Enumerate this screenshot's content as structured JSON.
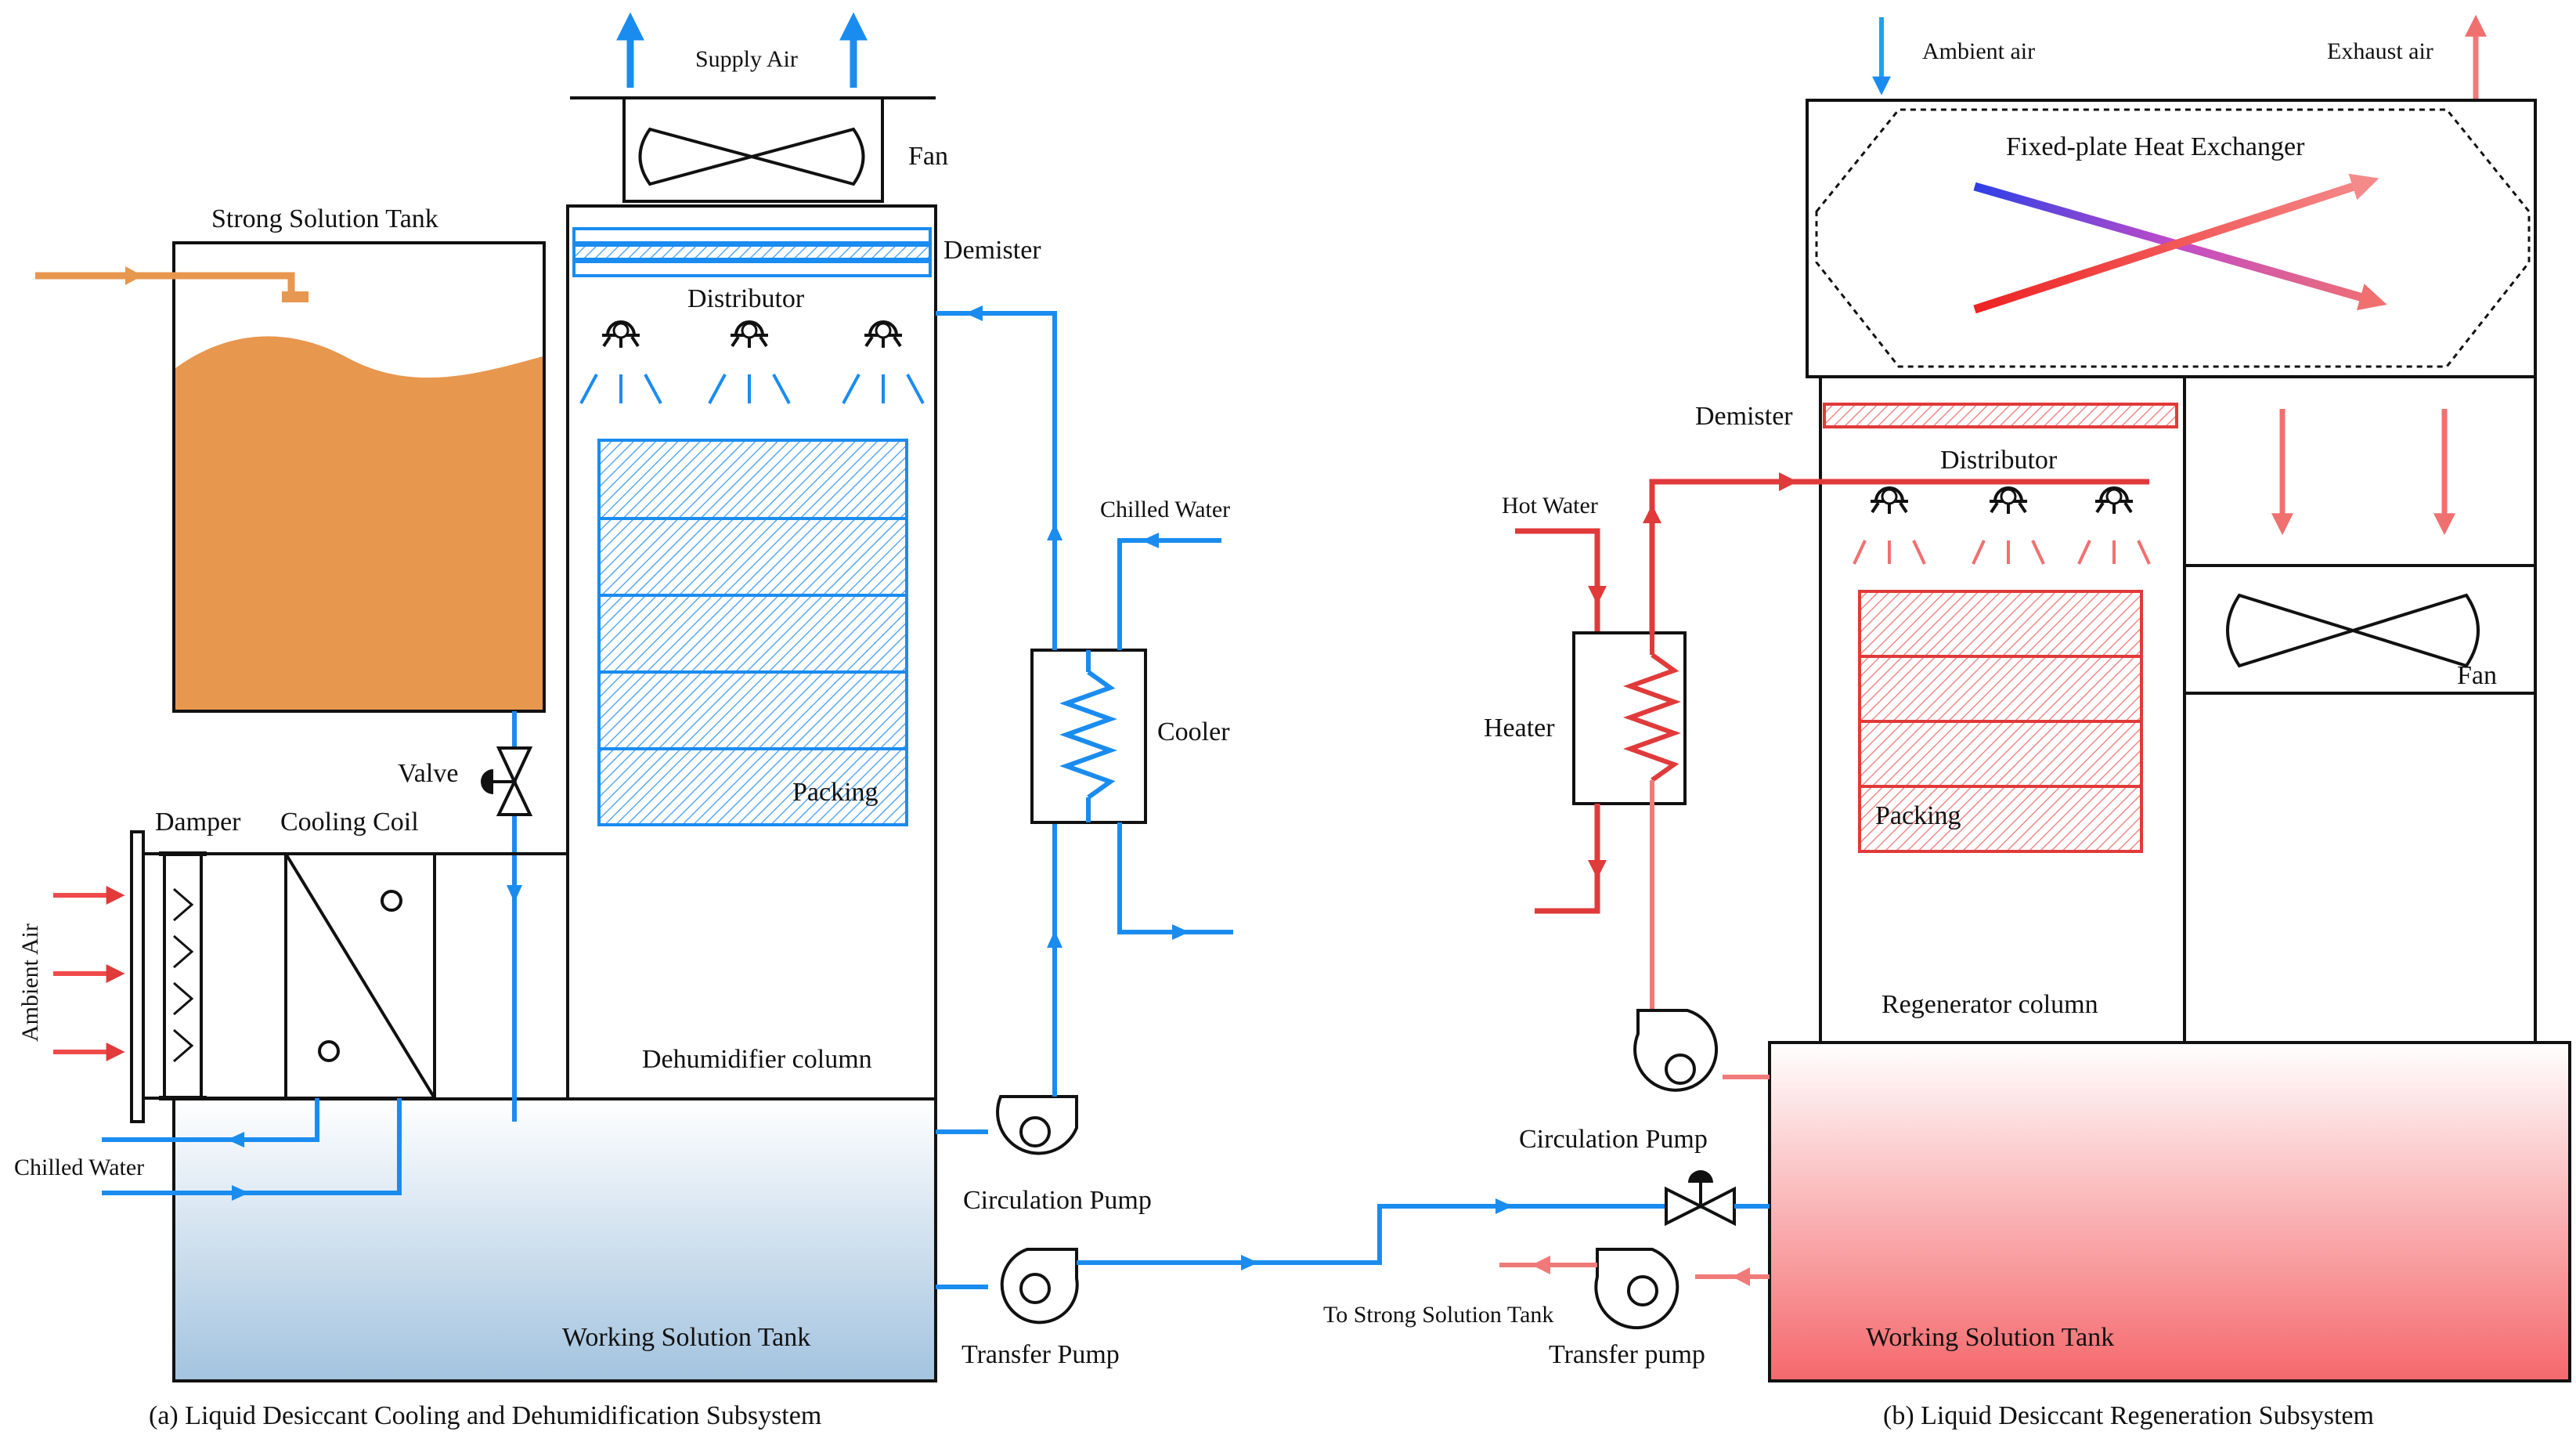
{
  "colors": {
    "blue_line": "#1a8cf0",
    "red_line": "#e03a3a",
    "pink_line": "#f07a7a",
    "orange_solution": "#e8974f",
    "black": "#111111"
  },
  "left": {
    "supply_air": "Supply Air",
    "fan": "Fan",
    "strong_solution_tank": "Strong Solution Tank",
    "demister": "Demister",
    "distributor": "Distributor",
    "chilled_water_top": "Chilled Water",
    "cooler": "Cooler",
    "valve": "Valve",
    "damper": "Damper",
    "cooling_coil": "Cooling Coil",
    "packing": "Packing",
    "ambient_air": "Ambient Air",
    "dehumidifier_column": "Dehumidifier column",
    "chilled_water_bottom": "Chilled Water",
    "circulation_pump": "Circulation Pump",
    "transfer_pump": "Transfer Pump",
    "working_solution_tank": "Working Solution Tank",
    "caption": "(a) Liquid Desiccant Cooling and Dehumidification Subsystem"
  },
  "middle": {
    "to_strong_tank": "To Strong Solution Tank"
  },
  "right": {
    "ambient_air": "Ambient air",
    "exhaust_air": "Exhaust air",
    "heat_exchanger": "Fixed-plate Heat Exchanger",
    "demister": "Demister",
    "distributor": "Distributor",
    "hot_water": "Hot Water",
    "heater": "Heater",
    "fan": "Fan",
    "packing": "Packing",
    "regenerator_column": "Regenerator column",
    "circulation_pump": "Circulation Pump",
    "transfer_pump": "Transfer pump",
    "working_solution_tank": "Working Solution Tank",
    "caption": "(b) Liquid Desiccant  Regeneration Subsystem"
  }
}
